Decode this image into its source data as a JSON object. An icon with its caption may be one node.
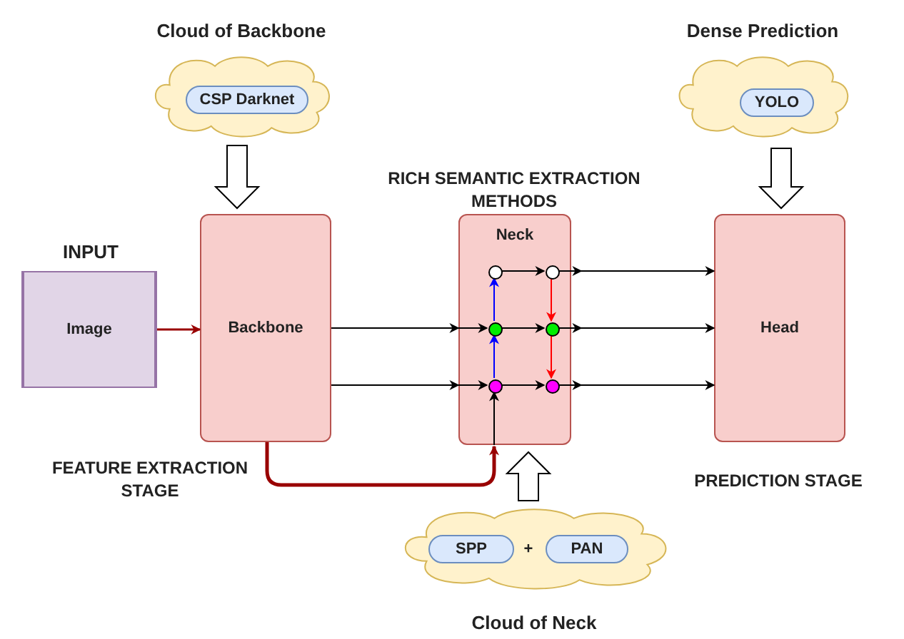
{
  "diagram": {
    "nodes": [
      {
        "text": [
          "INPUT",
          "Image"
        ]
      },
      {
        "text": [
          "Backbone"
        ]
      },
      {
        "text": [
          "Neck"
        ]
      },
      {
        "text": [
          "Head"
        ]
      },
      {
        "text": [
          "Cloud of Backbone"
        ]
      },
      {
        "text": [
          "CSP Darknet"
        ],
        "in": 4
      },
      {
        "text": [
          "Dense Prediction"
        ]
      },
      {
        "text": [
          "YOLO"
        ],
        "in": 6
      },
      {
        "text": [
          "Cloud of Neck"
        ]
      },
      {
        "text": [
          "SPP"
        ],
        "in": 8
      },
      {
        "text": [
          "PAN"
        ],
        "in": 8
      },
      {
        "text": [],
        "shape": "circle",
        "in": 2
      },
      {
        "text": [],
        "shape": "circle",
        "in": 2
      },
      {
        "text": [],
        "shape": "circle",
        "in": 2
      },
      {
        "text": [],
        "shape": "circle",
        "in": 2
      },
      {
        "text": [],
        "shape": "circle",
        "in": 2
      },
      {
        "text": [],
        "shape": "circle",
        "in": 2
      }
    ],
    "edges": [
      {
        "from": 0,
        "to": 1,
        "arrow": "to",
        "color": "#990000"
      },
      {
        "from": 4,
        "to": 1,
        "arrow": "to",
        "style": "thick"
      },
      {
        "from": 6,
        "to": 3,
        "arrow": "to",
        "style": "thick"
      },
      {
        "from": 8,
        "to": 2,
        "arrow": "to",
        "style": "thick"
      },
      {
        "from": 1,
        "to": 13,
        "arrow": "to"
      },
      {
        "from": 1,
        "to": 15,
        "arrow": "to"
      },
      {
        "from": 1,
        "to": 2,
        "arrow": "to",
        "style": "thick",
        "color": "#990000"
      },
      {
        "from": 2,
        "to": 15,
        "arrow": "to"
      },
      {
        "from": 15,
        "to": 13,
        "arrow": "to",
        "color": "#0000ff"
      },
      {
        "from": 13,
        "to": 11,
        "arrow": "to",
        "color": "#0000ff"
      },
      {
        "from": 11,
        "to": 12,
        "arrow": "to"
      },
      {
        "from": 13,
        "to": 14,
        "arrow": "to"
      },
      {
        "from": 15,
        "to": 16,
        "arrow": "to"
      },
      {
        "from": 12,
        "to": 14,
        "arrow": "to",
        "color": "#ff0000"
      },
      {
        "from": 14,
        "to": 16,
        "arrow": "to",
        "color": "#ff0000"
      },
      {
        "from": 12,
        "to": 3,
        "arrow": "to"
      },
      {
        "from": 14,
        "to": 3,
        "arrow": "to"
      },
      {
        "from": 16,
        "to": 3,
        "arrow": "to"
      }
    ],
    "labels": [
      "RICH SEMANTIC EXTRACTION METHODS",
      "+",
      "FEATURE EXTRACTION STAGE",
      "PREDICTION STAGE"
    ]
  }
}
